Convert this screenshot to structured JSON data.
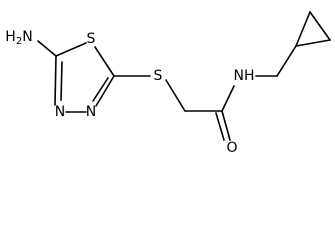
{
  "atoms": {
    "amine_n": "H",
    "amine_n_h2": "2",
    "amine_n_n": "N",
    "ring_s": "S",
    "ring_n1": "N",
    "ring_n2": "N",
    "thioether_s": "S",
    "amide_nh": "NH",
    "carbonyl_o": "O"
  },
  "colors": {
    "bond": "#000000",
    "label": "#000000",
    "background": "#ffffff"
  }
}
